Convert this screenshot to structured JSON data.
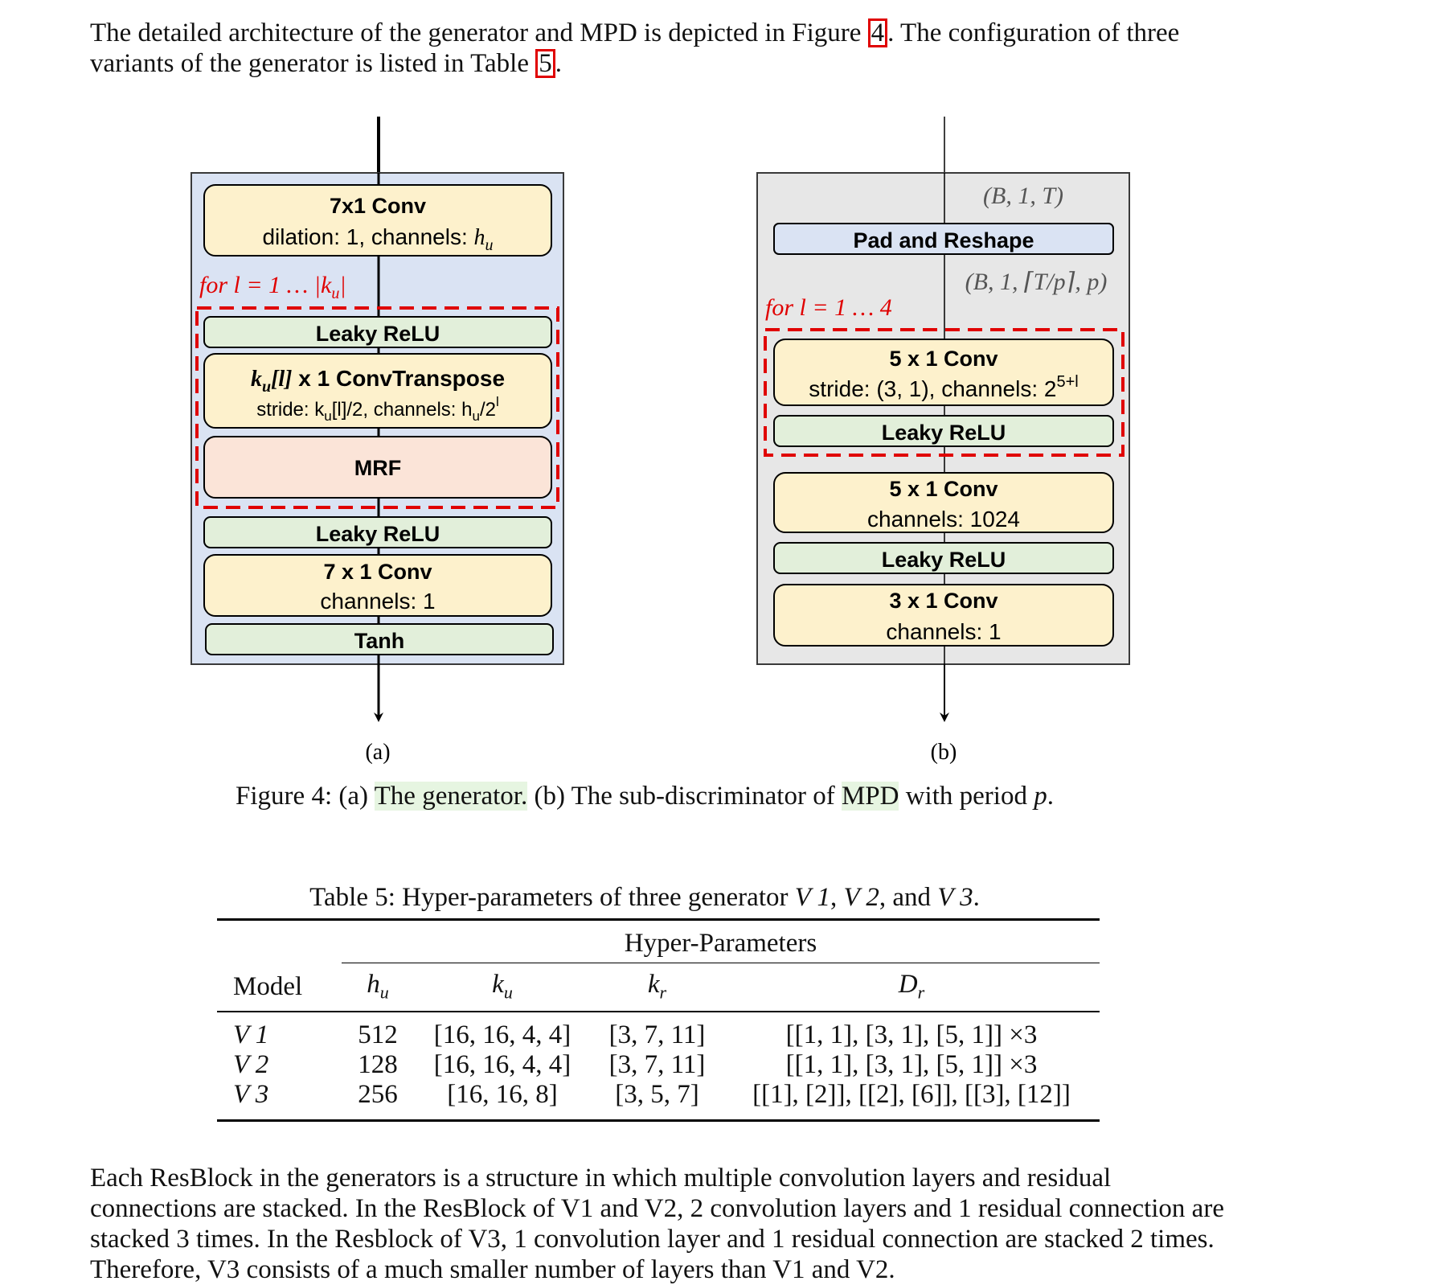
{
  "intro": {
    "pre": "The detailed architecture of the generator and MPD is depicted in Figure ",
    "fig_ref": "4",
    "mid": ". The configuration of three variants of the generator is listed in Table ",
    "tab_ref": "5",
    "end": "."
  },
  "generator": {
    "conv_in_title": "7x1 Conv",
    "conv_in_sub": "dilation: 1, channels: ",
    "conv_in_sub_var": "h",
    "conv_in_sub_sub": "u",
    "loop_label": "for l = 1 … |k",
    "loop_label_sub": "u",
    "loop_label_end": "|",
    "leaky1": "Leaky ReLU",
    "convt_title_var": "k",
    "convt_title_sub": "u",
    "convt_title_idx": "[l]",
    "convt_title_rest": " x 1  ConvTranspose",
    "convt_sub": "stride: k",
    "convt_sub_sub": "u",
    "convt_sub_rest": "[l]/2, channels: h",
    "convt_sub_sub2": "u",
    "convt_sub_end": "/2",
    "convt_sub_sup": "l",
    "mrf": "MRF",
    "leaky2": "Leaky ReLU",
    "conv_out_title": "7 x 1  Conv",
    "conv_out_sub": "channels: 1",
    "tanh": "Tanh",
    "label": "(a)"
  },
  "mpd": {
    "shape_in": "(B, 1, T)",
    "pad": "Pad and Reshape",
    "shape_out": "(B, 1, ⌈T/p⌉, p)",
    "loop_label": "for l = 1 … 4",
    "conv1_title": "5 x 1  Conv",
    "conv1_sub": "stride: (3, 1), channels: 2",
    "conv1_sup": "5+l",
    "leaky1": "Leaky ReLU",
    "conv2_title": "5 x 1  Conv",
    "conv2_sub": "channels: 1024",
    "leaky2": "Leaky ReLU",
    "conv3_title": "3 x 1  Conv",
    "conv3_sub": "channels: 1",
    "label": "(b)"
  },
  "figure_caption": {
    "pre": "Figure 4: (a) ",
    "hl1": "The generator.",
    "mid": " (b) The sub-discriminator of ",
    "hl2": "MPD",
    "end": " with period ",
    "var": "p",
    "dot": "."
  },
  "table_caption": {
    "pre": "Table 5: Hyper-parameters of three generator ",
    "v1": "V 1",
    "sep1": ", ",
    "v2": "V 2",
    "sep2": ", and ",
    "v3": "V 3",
    "end": "."
  },
  "table": {
    "group_header": "Hyper-Parameters",
    "col_model": "Model",
    "col_hu_var": "h",
    "col_hu_sub": "u",
    "col_ku_var": "k",
    "col_ku_sub": "u",
    "col_kr_var": "k",
    "col_kr_sub": "r",
    "col_dr_var": "D",
    "col_dr_sub": "r",
    "rows": [
      {
        "model": "V 1",
        "hu": "512",
        "ku": "[16, 16, 4, 4]",
        "kr": "[3, 7, 11]",
        "dr": "[[1, 1], [3, 1], [5, 1]] ×3"
      },
      {
        "model": "V 2",
        "hu": "128",
        "ku": "[16, 16, 4, 4]",
        "kr": "[3, 7, 11]",
        "dr": "[[1, 1], [3, 1], [5, 1]] ×3"
      },
      {
        "model": "V 3",
        "hu": "256",
        "ku": "[16, 16, 8]",
        "kr": "[3, 5, 7]",
        "dr": "[[1], [2]], [[2], [6]], [[3], [12]]"
      }
    ]
  },
  "closing": "Each ResBlock in the generators is a structure in which multiple convolution layers and residual connections are stacked. In the ResBlock of V1 and V2, 2 convolution layers and 1 residual connection are stacked 3 times. In the Resblock of V3, 1 convolution layer and 1 residual connection are stacked 2 times. Therefore, V3 consists of a much smaller number of layers than V1 and V2."
}
